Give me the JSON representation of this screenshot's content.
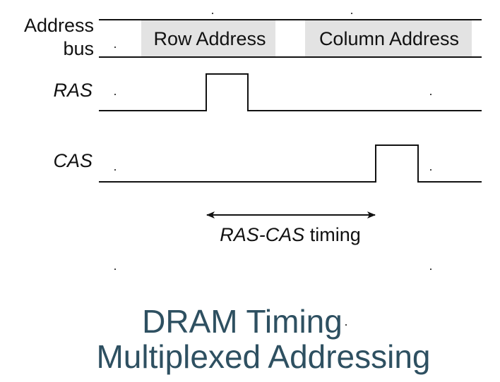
{
  "diagram": {
    "signals": {
      "address_bus": {
        "label_line1": "Address",
        "label_line2": "bus",
        "fields": {
          "row": "Row Address",
          "column": "Column Address"
        }
      },
      "ras": {
        "label": "RAS"
      },
      "cas": {
        "label": "CAS"
      }
    },
    "timing": {
      "label_italic": "RAS-CAS",
      "label_rest": " timing"
    }
  },
  "title": {
    "line1": "DRAM Timing",
    "line2": "Multiplexed Addressing"
  },
  "colors": {
    "title": "#2e5061",
    "field_fill": "#e3e3e3",
    "line": "#111111"
  }
}
